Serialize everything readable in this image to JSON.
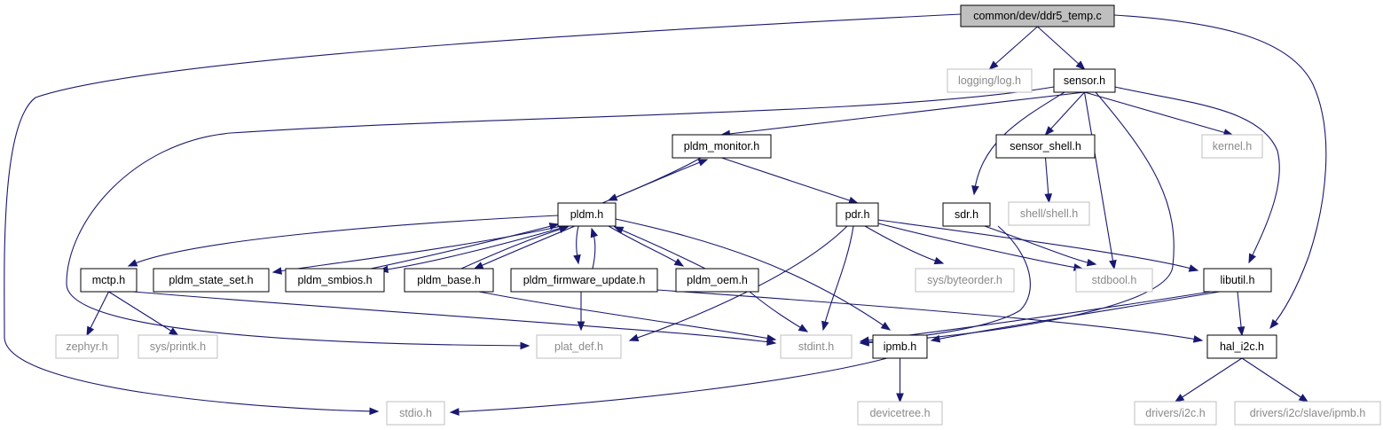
{
  "nodes": [
    {
      "id": "root",
      "label": "common/dev/ddr5_temp.c",
      "style": "root"
    },
    {
      "id": "log",
      "label": "logging/log.h",
      "style": "ghost"
    },
    {
      "id": "sensor",
      "label": "sensor.h",
      "style": "solid"
    },
    {
      "id": "pldm_monitor",
      "label": "pldm_monitor.h",
      "style": "solid"
    },
    {
      "id": "sensor_shell",
      "label": "sensor_shell.h",
      "style": "solid"
    },
    {
      "id": "kernel",
      "label": "kernel.h",
      "style": "ghost"
    },
    {
      "id": "shell",
      "label": "shell/shell.h",
      "style": "ghost"
    },
    {
      "id": "pldm",
      "label": "pldm.h",
      "style": "solid"
    },
    {
      "id": "pdr",
      "label": "pdr.h",
      "style": "solid"
    },
    {
      "id": "sdr",
      "label": "sdr.h",
      "style": "solid"
    },
    {
      "id": "mctp",
      "label": "mctp.h",
      "style": "solid"
    },
    {
      "id": "pldm_state_set",
      "label": "pldm_state_set.h",
      "style": "solid"
    },
    {
      "id": "pldm_smbios",
      "label": "pldm_smbios.h",
      "style": "solid"
    },
    {
      "id": "pldm_base",
      "label": "pldm_base.h",
      "style": "solid"
    },
    {
      "id": "pldm_firmware_update",
      "label": "pldm_firmware_update.h",
      "style": "solid"
    },
    {
      "id": "pldm_oem",
      "label": "pldm_oem.h",
      "style": "solid"
    },
    {
      "id": "byteorder",
      "label": "sys/byteorder.h",
      "style": "ghost"
    },
    {
      "id": "stdbool",
      "label": "stdbool.h",
      "style": "ghost"
    },
    {
      "id": "libutil",
      "label": "libutil.h",
      "style": "solid"
    },
    {
      "id": "zephyr",
      "label": "zephyr.h",
      "style": "ghost"
    },
    {
      "id": "printk",
      "label": "sys/printk.h",
      "style": "ghost"
    },
    {
      "id": "plat_def",
      "label": "plat_def.h",
      "style": "ghost"
    },
    {
      "id": "stdint",
      "label": "stdint.h",
      "style": "ghost"
    },
    {
      "id": "ipmb",
      "label": "ipmb.h",
      "style": "solid"
    },
    {
      "id": "hal_i2c",
      "label": "hal_i2c.h",
      "style": "solid"
    },
    {
      "id": "devicetree",
      "label": "devicetree.h",
      "style": "ghost"
    },
    {
      "id": "stdio",
      "label": "stdio.h",
      "style": "ghost"
    },
    {
      "id": "drivers_i2c",
      "label": "drivers/i2c.h",
      "style": "ghost"
    },
    {
      "id": "drivers_ipmb",
      "label": "drivers/i2c/slave/ipmb.h",
      "style": "ghost"
    }
  ],
  "edges": [
    {
      "from": "root",
      "to": "log"
    },
    {
      "from": "root",
      "to": "sensor"
    },
    {
      "from": "root",
      "to": "hal_i2c"
    },
    {
      "from": "root",
      "to": "stdio"
    },
    {
      "from": "sensor",
      "to": "pldm_monitor"
    },
    {
      "from": "sensor",
      "to": "sensor_shell"
    },
    {
      "from": "sensor",
      "to": "kernel"
    },
    {
      "from": "sensor",
      "to": "sdr"
    },
    {
      "from": "sensor",
      "to": "stdbool"
    },
    {
      "from": "sensor",
      "to": "stdint"
    },
    {
      "from": "sensor",
      "to": "libutil"
    },
    {
      "from": "sensor",
      "to": "plat_def"
    },
    {
      "from": "sensor_shell",
      "to": "shell"
    },
    {
      "from": "pldm_monitor",
      "to": "pldm"
    },
    {
      "from": "pldm_monitor",
      "to": "pdr"
    },
    {
      "from": "pldm",
      "to": "pldm_monitor"
    },
    {
      "from": "pldm",
      "to": "mctp"
    },
    {
      "from": "pldm",
      "to": "pldm_state_set"
    },
    {
      "from": "pldm",
      "to": "pldm_smbios"
    },
    {
      "from": "pldm",
      "to": "pldm_base"
    },
    {
      "from": "pldm",
      "to": "pldm_firmware_update"
    },
    {
      "from": "pldm",
      "to": "pldm_oem"
    },
    {
      "from": "pldm",
      "to": "ipmb"
    },
    {
      "from": "pldm_smbios",
      "to": "pldm"
    },
    {
      "from": "pldm_base",
      "to": "pldm"
    },
    {
      "from": "pldm_firmware_update",
      "to": "pldm"
    },
    {
      "from": "pldm_oem",
      "to": "pldm"
    },
    {
      "from": "pldm_base",
      "to": "stdint"
    },
    {
      "from": "pldm_firmware_update",
      "to": "plat_def"
    },
    {
      "from": "pldm_firmware_update",
      "to": "hal_i2c"
    },
    {
      "from": "pldm_oem",
      "to": "stdint"
    },
    {
      "from": "pdr",
      "to": "byteorder"
    },
    {
      "from": "pdr",
      "to": "stdbool"
    },
    {
      "from": "pdr",
      "to": "libutil"
    },
    {
      "from": "pdr",
      "to": "stdint"
    },
    {
      "from": "pdr",
      "to": "plat_def"
    },
    {
      "from": "sdr",
      "to": "stdbool"
    },
    {
      "from": "sdr",
      "to": "stdint"
    },
    {
      "from": "mctp",
      "to": "zephyr"
    },
    {
      "from": "mctp",
      "to": "printk"
    },
    {
      "from": "mctp",
      "to": "stdint"
    },
    {
      "from": "libutil",
      "to": "hal_i2c"
    },
    {
      "from": "libutil",
      "to": "stdint"
    },
    {
      "from": "libutil",
      "to": "ipmb"
    },
    {
      "from": "ipmb",
      "to": "devicetree"
    },
    {
      "from": "ipmb",
      "to": "stdio"
    },
    {
      "from": "hal_i2c",
      "to": "drivers_i2c"
    },
    {
      "from": "hal_i2c",
      "to": "drivers_ipmb"
    }
  ]
}
